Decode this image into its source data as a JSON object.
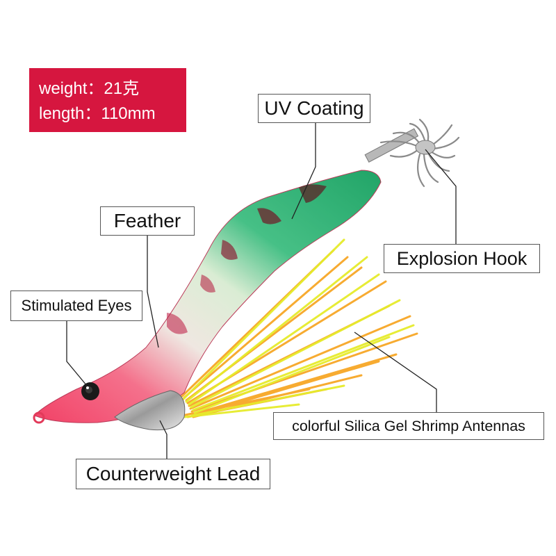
{
  "specs": {
    "weight": "weight：21克",
    "length": "length：110mm"
  },
  "labels": {
    "uv_coating": "UV Coating",
    "feather": "Feather",
    "stimulated_eyes": "Stimulated Eyes",
    "explosion_hook": "Explosion Hook",
    "antennas": "colorful Silica Gel Shrimp Antennas",
    "counterweight": "Counterweight Lead"
  },
  "colors": {
    "spec_box": "#d6163f",
    "body_green": "#1fa86a",
    "body_pink": "#f0426a",
    "antenna_orange": "#f7a21b",
    "antenna_yellow": "#e6ec2c"
  }
}
